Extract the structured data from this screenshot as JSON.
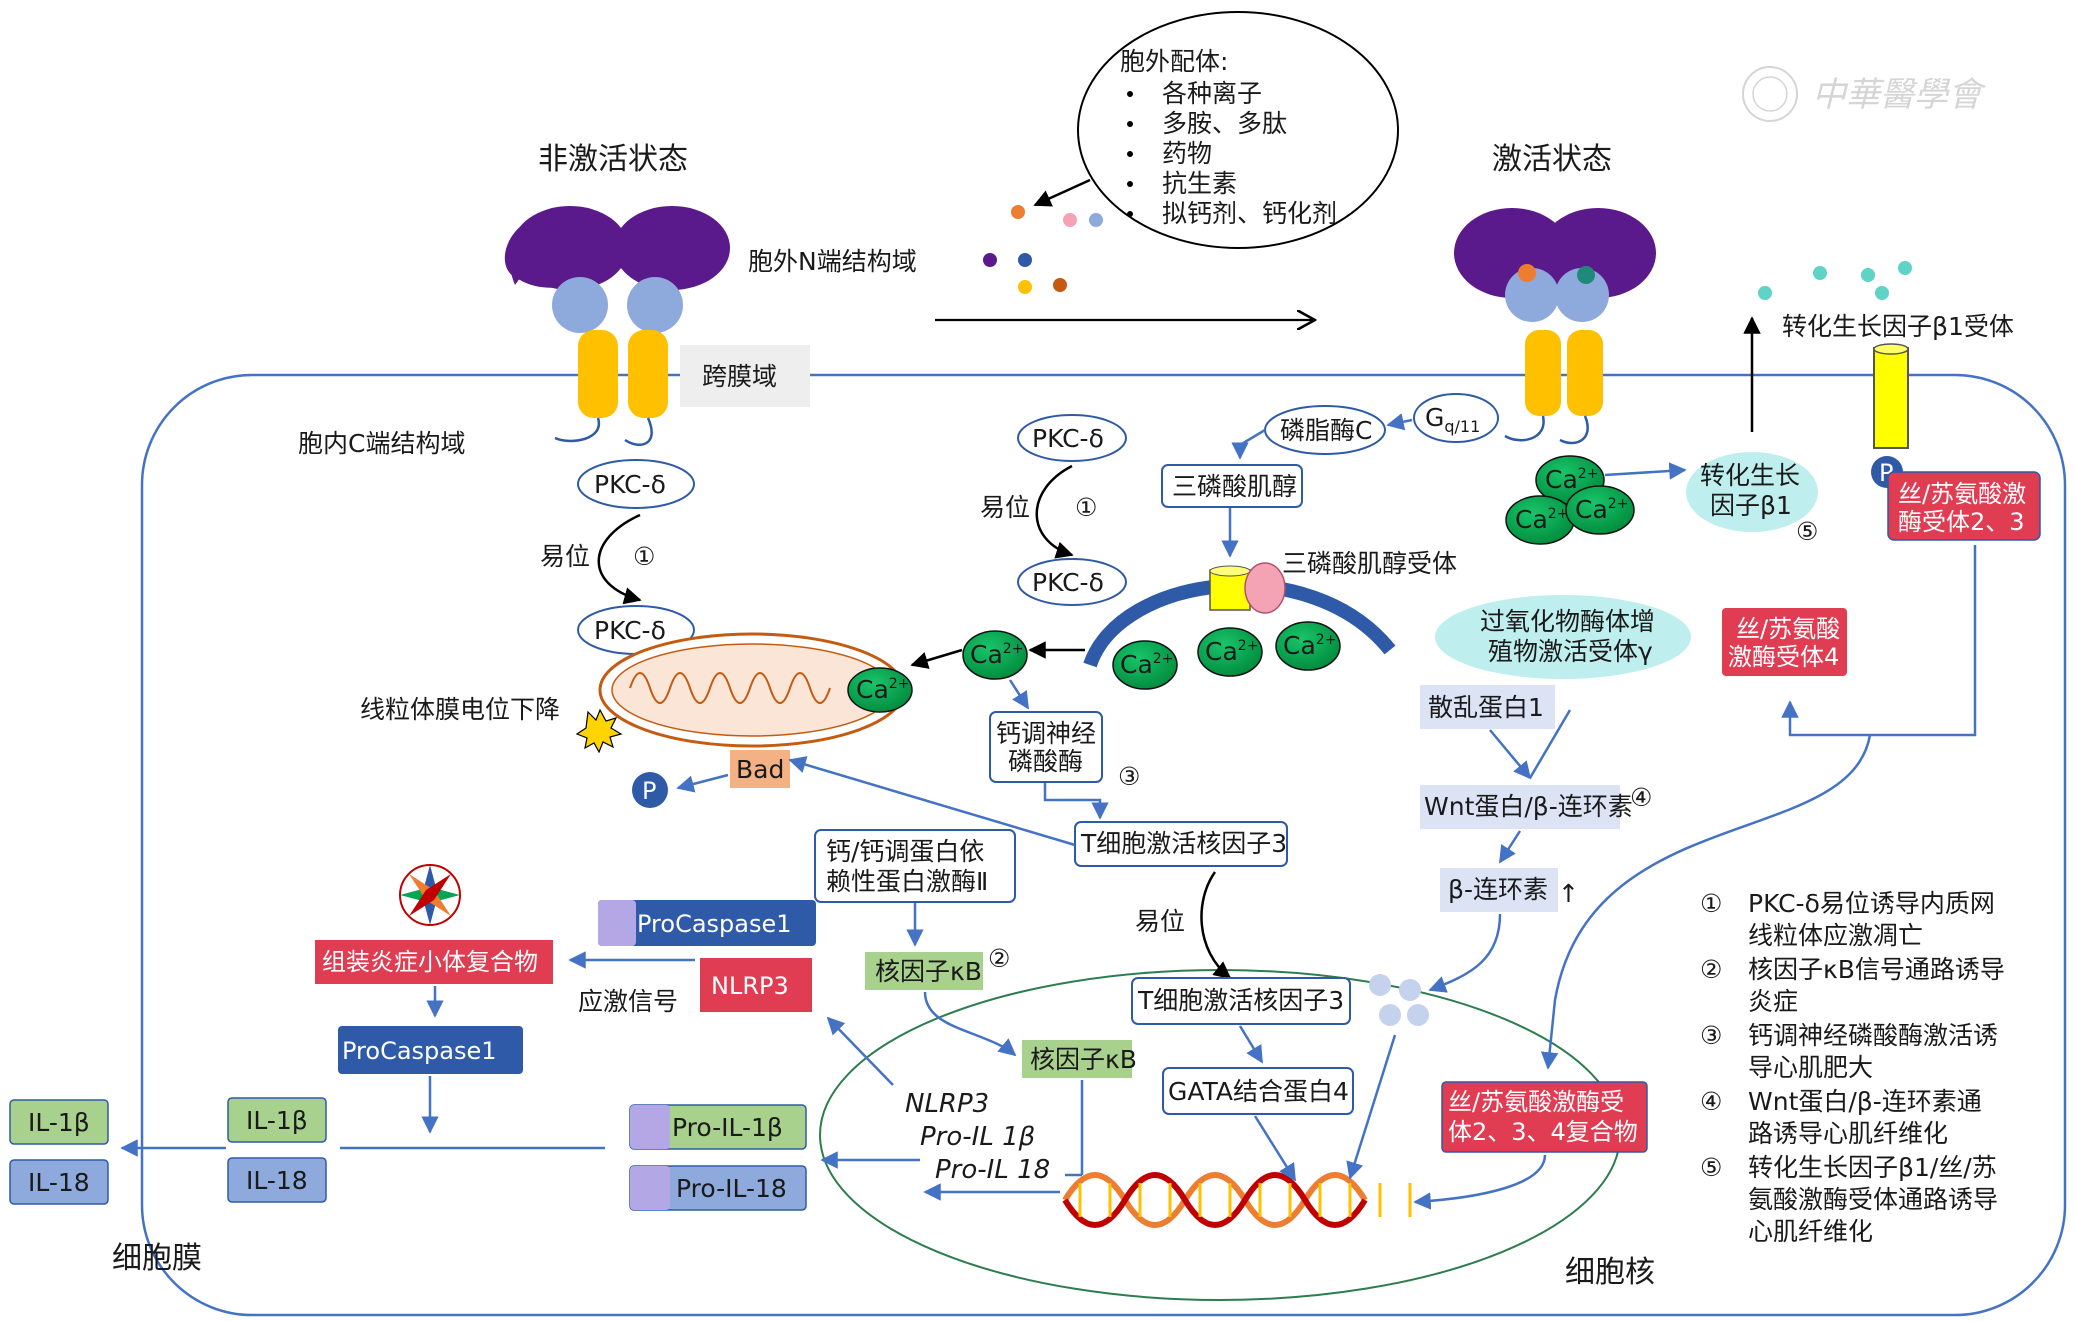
{
  "labels": {
    "inactive_state": "非激活状态",
    "active_state": "激活状态",
    "extracellular_n": "胞外N端结构域",
    "transmembrane": "跨膜域",
    "intracellular_c": "胞内C端结构域",
    "ligand_title": "胞外配体:",
    "ligands": [
      "各种离子",
      "多胺、多肽",
      "药物",
      "抗生素",
      "拟钙剂、钙化剂"
    ],
    "tgfb1_receptor": "转化生长因子β1受体",
    "pkc_delta": "PKC-δ",
    "translocation": "易位",
    "circle_1": "①",
    "circle_2": "②",
    "circle_3": "③",
    "circle_4": "④",
    "circle_5": "⑤",
    "gq11": "G",
    "gq11_sub": "q/11",
    "plc": "磷脂酶C",
    "ip3": "三磷酸肌醇",
    "ip3_receptor": "三磷酸肌醇受体",
    "ca2": "Ca",
    "ca2_sup": "2+",
    "tgfb1": [
      "转化生长",
      "因子β1"
    ],
    "p_label": "P",
    "st_kinase_23": [
      "丝/苏氨酸激",
      "酶受体2、3"
    ],
    "st_kinase_4": [
      "丝/苏氨酸",
      "激酶受体4"
    ],
    "ppar": [
      "过氧化物酶体增",
      "殖物激活受体γ"
    ],
    "dishevelled": "散乱蛋白1",
    "wnt": "Wnt蛋白/β-连环素",
    "beta_catenin": "β-连环素",
    "up_arrow": "↑",
    "mito_potential": "线粒体膜电位下降",
    "bad": "Bad",
    "calcineurin": [
      "钙调神经",
      "磷酸酶"
    ],
    "nfat3": "T细胞激活核因子3",
    "camk2": [
      "钙/钙调蛋白依",
      "赖性蛋白激酶Ⅱ"
    ],
    "nfkb": "核因子κB",
    "procaspase1": "ProCaspase1",
    "inflammasome": "组装炎症小体复合物",
    "stress_signal": "应激信号",
    "nlrp3": "NLRP3",
    "il1b": "IL-1β",
    "il18": "IL-18",
    "pro_il1b": "Pro-IL-1β",
    "pro_il18": "Pro-IL-18",
    "gene_nlrp3": "NLRP3",
    "gene_pro_il1b": "Pro-IL 1β",
    "gene_pro_il18": "Pro-IL 18",
    "gata4": "GATA结合蛋白4",
    "st_kinase_complex": [
      "丝/苏氨酸激酶受",
      "体2、3、4复合物"
    ],
    "cell_membrane": "细胞膜",
    "nucleus": "细胞核",
    "watermark": "中華醫學會"
  },
  "legend": [
    {
      "num": "①",
      "lines": [
        "PKC-δ易位诱导内质网",
        "线粒体应激凋亡"
      ]
    },
    {
      "num": "②",
      "lines": [
        "核因子κB信号通路诱导",
        "炎症"
      ]
    },
    {
      "num": "③",
      "lines": [
        "钙调神经磷酸酶激活诱",
        "导心肌肥大"
      ]
    },
    {
      "num": "④",
      "lines": [
        "Wnt蛋白/β-连环素通",
        "路诱导心肌纤维化"
      ]
    },
    {
      "num": "⑤",
      "lines": [
        "转化生长因子β1/丝/苏",
        "氨酸激酶受体通路诱导",
        "心肌纤维化"
      ]
    }
  ],
  "colors": {
    "purple": "#5b1a8b",
    "light_blue": "#8ea9db",
    "orange_tm": "#ffc000",
    "arrow_blue": "#4472c4",
    "green_ca": "#00a651",
    "red_box": "#e03c52",
    "green_box": "#a9d18e",
    "navy_box": "#2e5aa8",
    "membrane_blue": "#4472c4"
  }
}
